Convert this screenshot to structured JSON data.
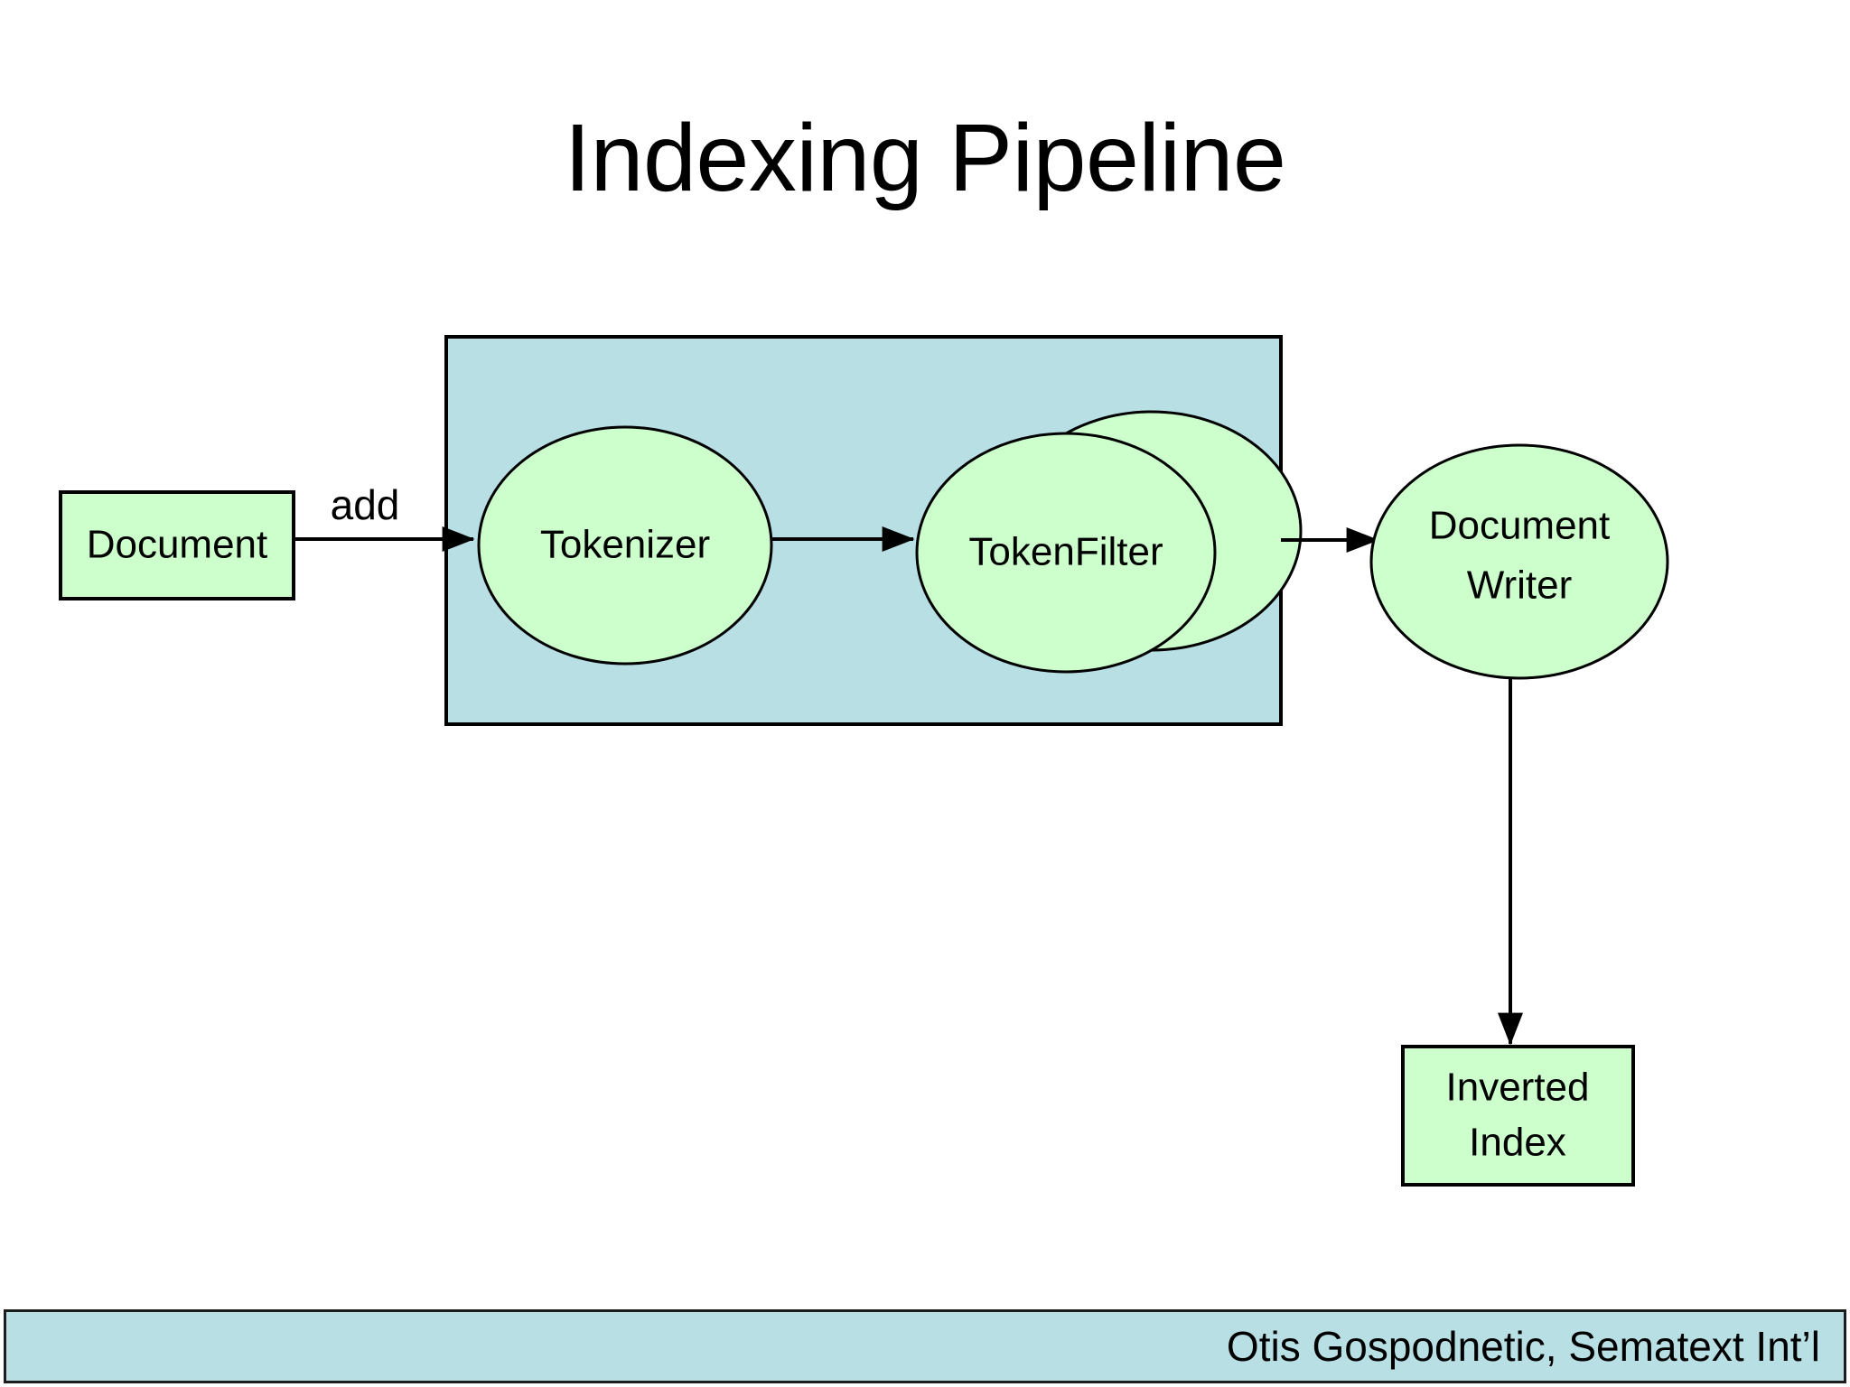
{
  "slide": {
    "title": "Indexing Pipeline",
    "background_color": "#ffffff"
  },
  "colors": {
    "node_fill_green": "#ccffcc",
    "group_fill_blue": "#b8dfe4",
    "stroke": "#000000",
    "footer_fill": "#b8dfe4"
  },
  "diagram": {
    "type": "flowchart",
    "nodes": [
      {
        "id": "document",
        "label": "Document",
        "shape": "rectangle"
      },
      {
        "id": "tokenizer",
        "label": "Tokenizer",
        "shape": "ellipse"
      },
      {
        "id": "token-filter",
        "label": "TokenFilter",
        "shape": "stacked-ellipse"
      },
      {
        "id": "document-writer",
        "label_line1": "Document",
        "label_line2": "Writer",
        "shape": "ellipse"
      },
      {
        "id": "inverted-index",
        "label_line1": "Inverted",
        "label_line2": "Index",
        "shape": "rectangle"
      }
    ],
    "group": {
      "id": "analyzer-group",
      "label": "",
      "contains": [
        "tokenizer",
        "token-filter"
      ]
    },
    "edges": [
      {
        "from": "document",
        "to": "tokenizer",
        "label": "add"
      },
      {
        "from": "tokenizer",
        "to": "token-filter",
        "label": ""
      },
      {
        "from": "token-filter",
        "to": "document-writer",
        "label": ""
      },
      {
        "from": "document-writer",
        "to": "inverted-index",
        "label": ""
      }
    ]
  },
  "footer": {
    "attribution": "Otis Gospodnetic, Sematext Int’l"
  }
}
